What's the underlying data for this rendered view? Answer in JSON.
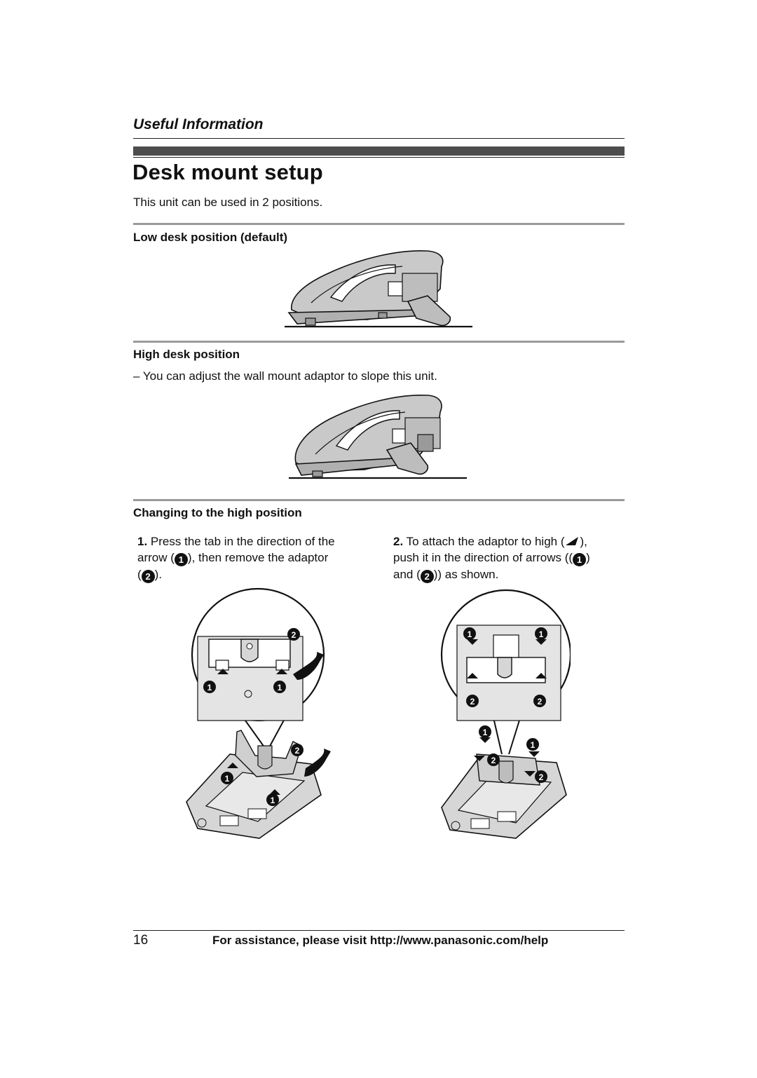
{
  "header": {
    "section": "Useful Information"
  },
  "page": {
    "title": "Desk mount setup",
    "intro": "This unit can be used in 2 positions."
  },
  "low": {
    "heading": "Low desk position (default)"
  },
  "high": {
    "heading": "High desk position",
    "note": "– You can adjust the wall mount adaptor to slope this unit."
  },
  "changing": {
    "heading": "Changing to the high position",
    "step1": {
      "num": "1.",
      "text_a": "Press the tab in the direction of the",
      "text_b1": "arrow (",
      "mark1": "1",
      "text_b2": "), then remove the adaptor",
      "text_c1": "(",
      "mark2": "2",
      "text_c2": ")."
    },
    "step2": {
      "num": "2.",
      "text_a": "To attach the adaptor to high (",
      "text_a_end": "),",
      "text_b1": "push it in the direction of arrows ((",
      "mark1": "1",
      "text_b2": ")",
      "text_c1": "and (",
      "mark2": "2",
      "text_c2": ")) as shown."
    },
    "markers": {
      "one": "1",
      "two": "2"
    }
  },
  "footer": {
    "page_number": "16",
    "help": "For assistance, please visit http://www.panasonic.com/help"
  }
}
